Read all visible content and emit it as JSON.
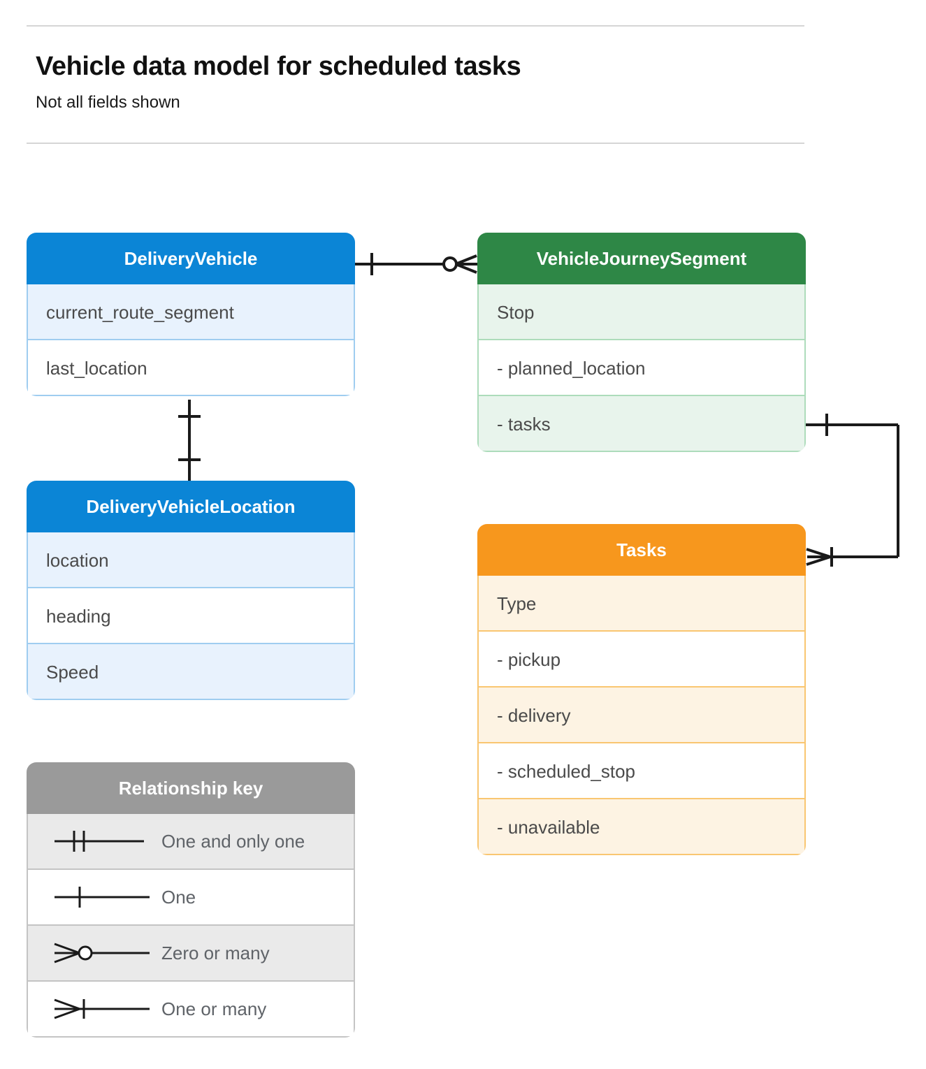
{
  "header": {
    "title": "Vehicle data model for scheduled tasks",
    "subtitle": "Not all fields shown"
  },
  "colors": {
    "blue": "#0b85d6",
    "blue_row": "#e8f2fd",
    "blue_border": "#9fcdf0",
    "green": "#2e8746",
    "green_row": "#e8f4ec",
    "green_border": "#addcbb",
    "orange": "#f7971d",
    "orange_row": "#fdf3e3",
    "orange_border": "#f9c671",
    "gray": "#9a9a9a",
    "gray_row": "#eaeaea",
    "gray_border": "#c4c4c4",
    "text": "#4a4a4a",
    "legend_text": "#5f6368",
    "connector": "#1a1a1a",
    "rule": "#d6d6d6"
  },
  "entities": {
    "delivery_vehicle": {
      "title": "DeliveryVehicle",
      "rows": [
        {
          "label": "current_route_segment"
        },
        {
          "label": "last_location"
        }
      ]
    },
    "delivery_vehicle_location": {
      "title": "DeliveryVehicleLocation",
      "rows": [
        {
          "label": "location"
        },
        {
          "label": "heading"
        },
        {
          "label": "Speed"
        }
      ]
    },
    "vehicle_journey_segment": {
      "title": "VehicleJourneySegment",
      "rows": [
        {
          "label": "Stop"
        },
        {
          "label": "-  planned_location"
        },
        {
          "label": "- tasks"
        }
      ]
    },
    "tasks": {
      "title": "Tasks",
      "rows": [
        {
          "label": "Type"
        },
        {
          "label": "-  pickup"
        },
        {
          "label": "-  delivery"
        },
        {
          "label": "-  scheduled_stop"
        },
        {
          "label": "-  unavailable"
        }
      ]
    }
  },
  "legend": {
    "title": "Relationship key",
    "rows": [
      {
        "symbol": "one-and-only-one-symbol",
        "label": "One and only one"
      },
      {
        "symbol": "one-symbol",
        "label": "One"
      },
      {
        "symbol": "zero-or-many-symbol",
        "label": "Zero or many"
      },
      {
        "symbol": "one-or-many-symbol",
        "label": "One or many"
      }
    ]
  },
  "relationships": [
    {
      "name": "delivery-vehicle-to-journey-segment",
      "from": "DeliveryVehicle",
      "to": "VehicleJourneySegment",
      "from_cardinality": "One",
      "to_cardinality": "Zero or many"
    },
    {
      "name": "delivery-vehicle-to-vehicle-location",
      "from": "DeliveryVehicle",
      "to": "DeliveryVehicleLocation",
      "from_cardinality": "One",
      "to_cardinality": "One"
    },
    {
      "name": "journey-segment-tasks-to-tasks",
      "from": "VehicleJourneySegment.tasks",
      "to": "Tasks",
      "from_cardinality": "One",
      "to_cardinality": "One or many"
    }
  ]
}
